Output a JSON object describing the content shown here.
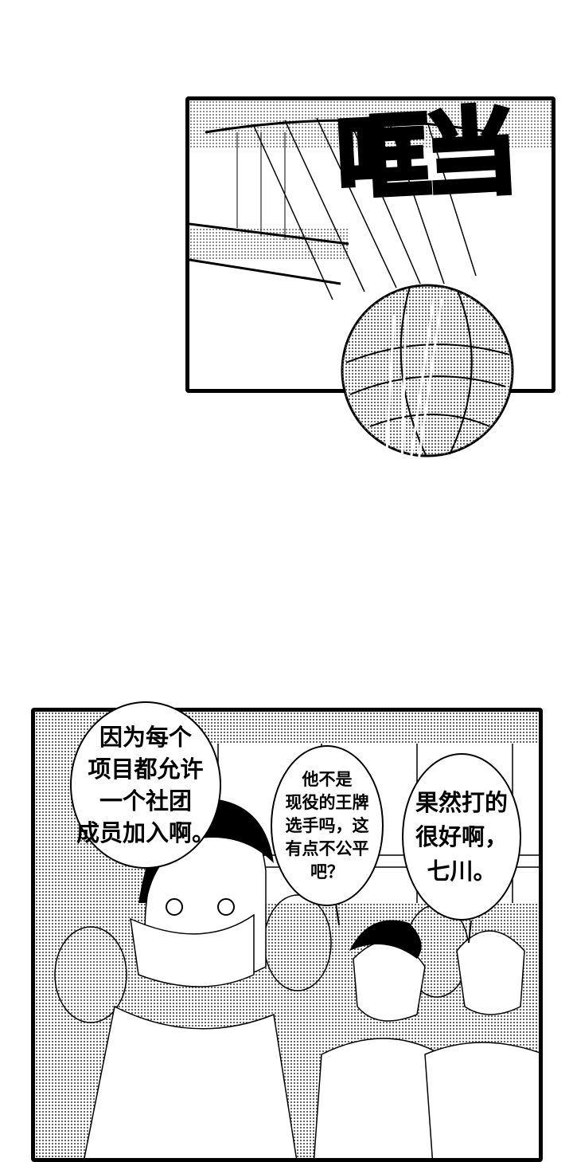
{
  "panel1": {
    "sound_effect": "哐当"
  },
  "panel2": {
    "bubbles": [
      {
        "text": "因为每个\n项目都允许\n一个社团\n成员加入啊。"
      },
      {
        "text": "他不是\n现役的王牌\n选手吗，这\n有点不公平\n吧？"
      },
      {
        "text": "果然打的\n很好啊，\n七川。"
      }
    ]
  }
}
